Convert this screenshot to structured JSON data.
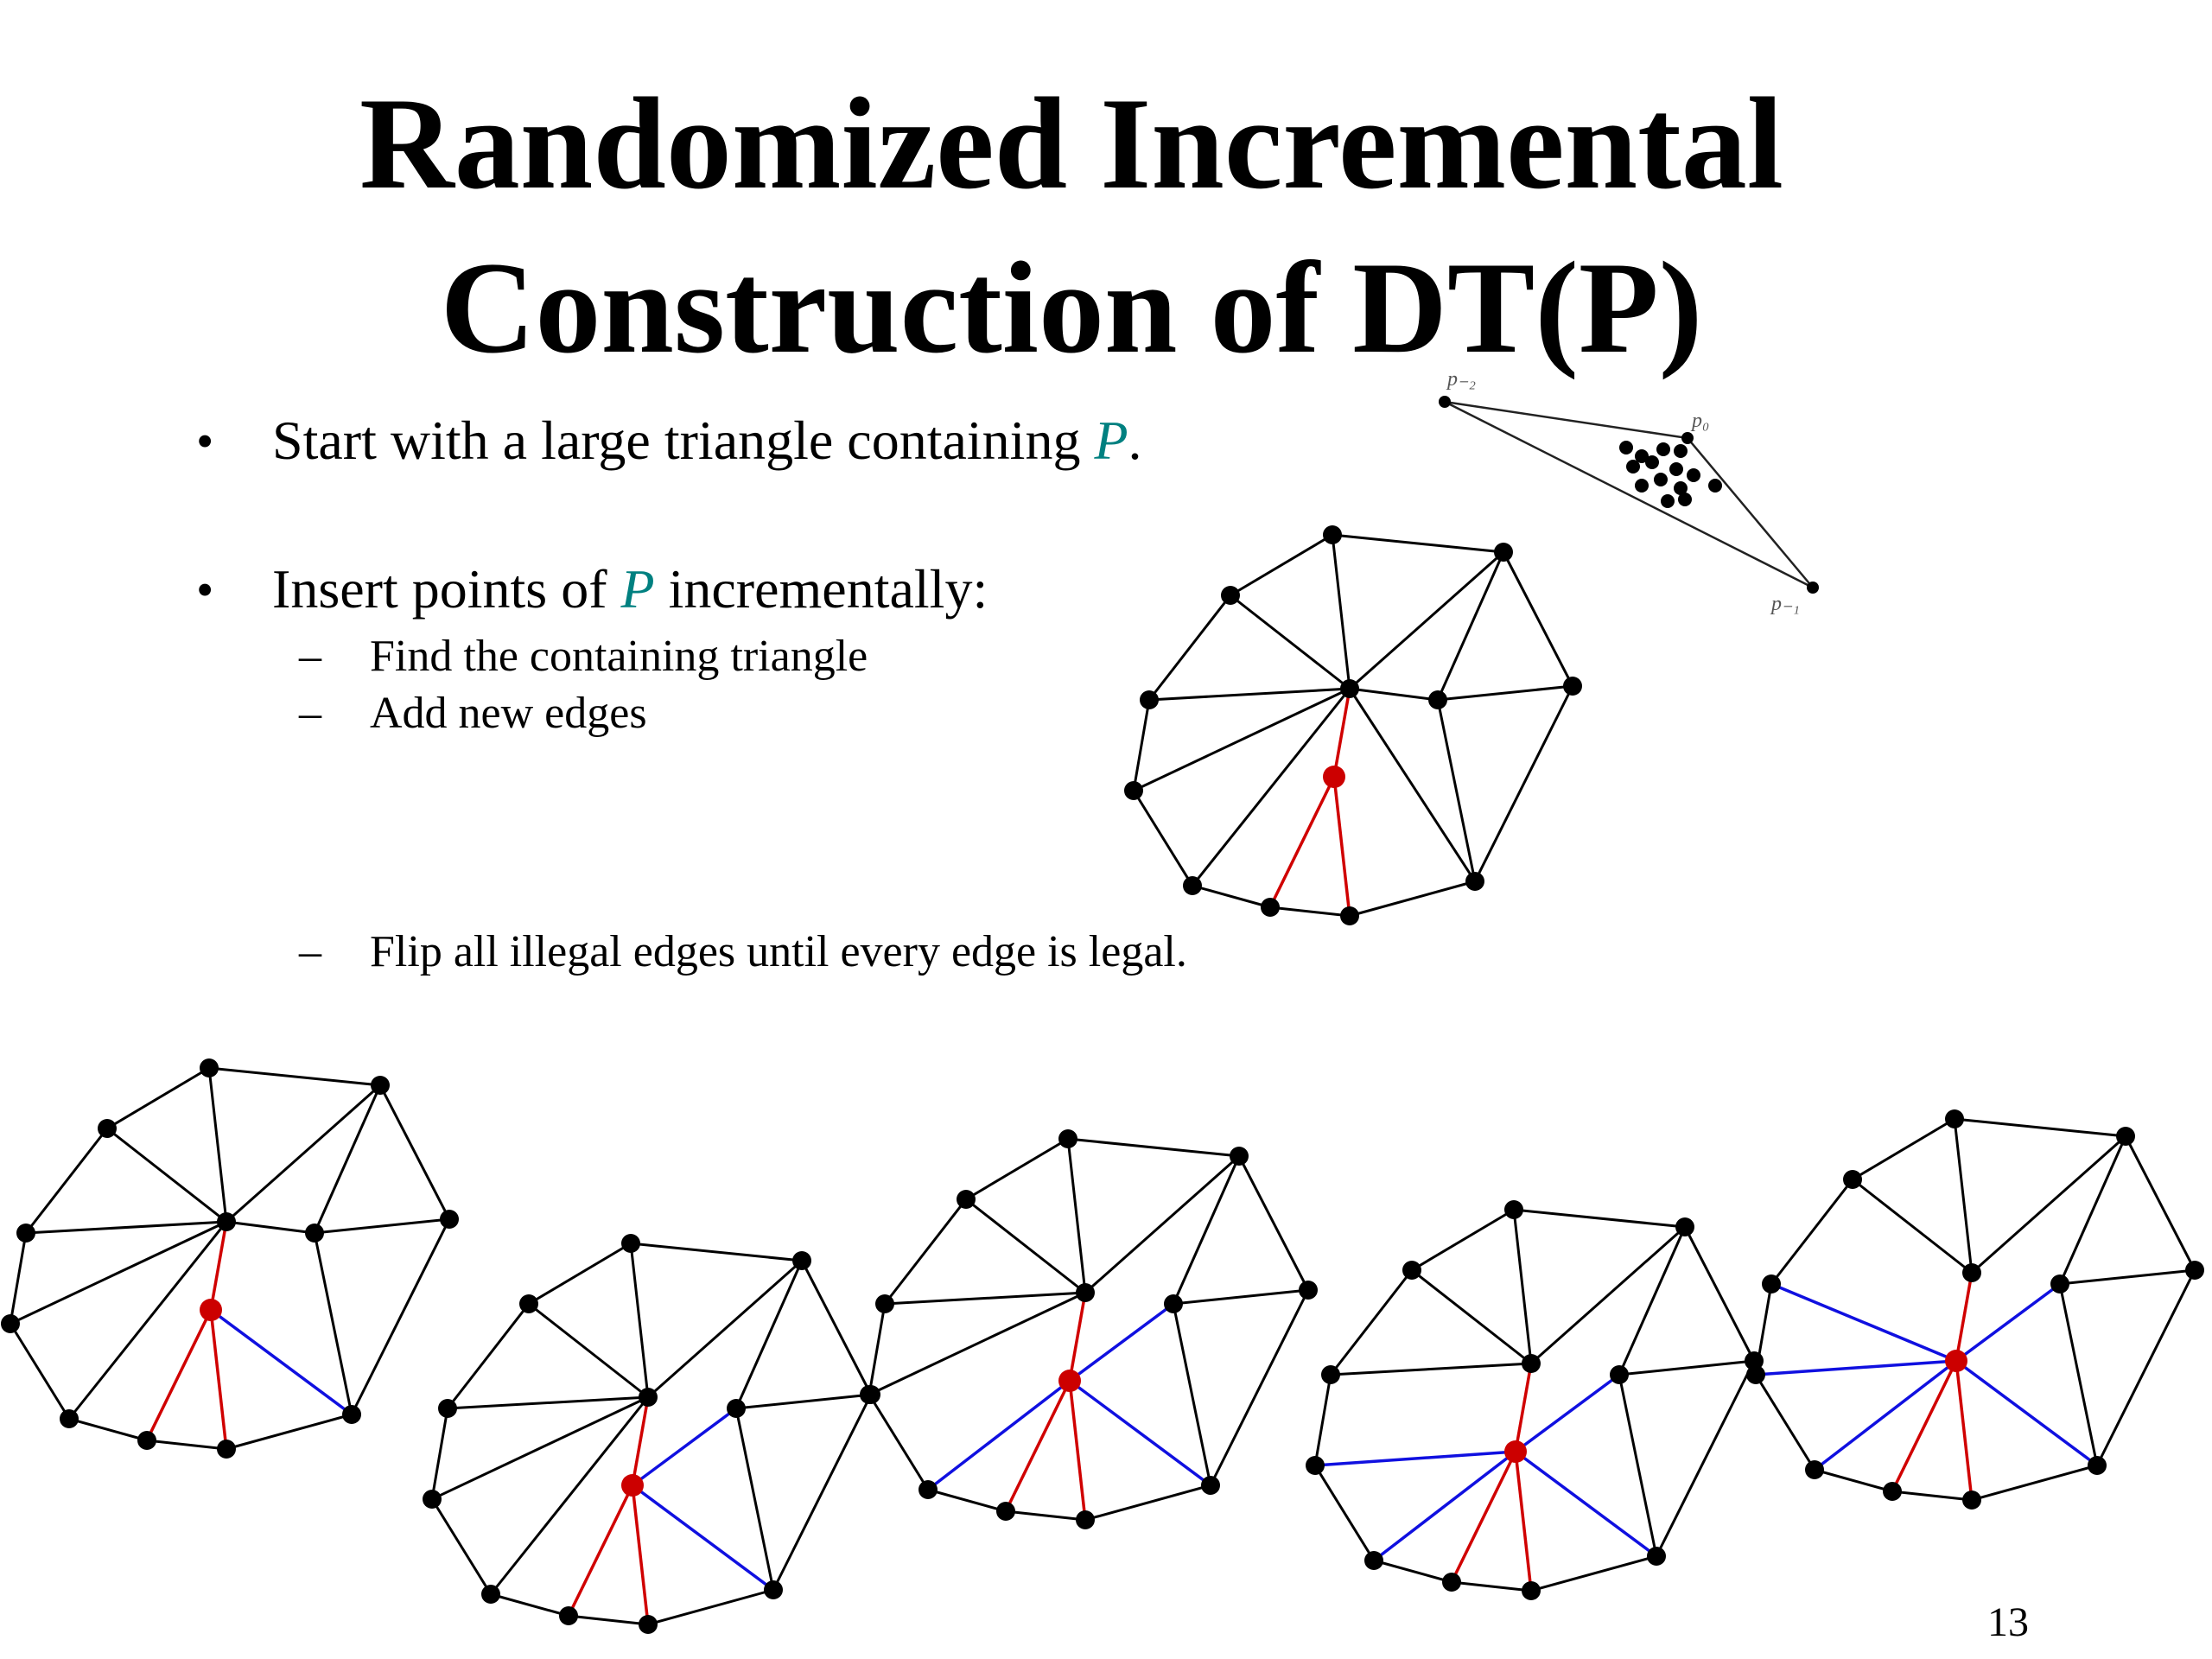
{
  "slide": {
    "title_line1": "Randomized Incremental",
    "title_line2": "Construction of DT(P)",
    "page_number": "13"
  },
  "bullets": [
    {
      "marker": "•",
      "pre": "Start with a large triangle containing ",
      "var": "P",
      "post": "."
    },
    {
      "marker": "•",
      "pre": "Insert points of ",
      "var": "P",
      "post": " incrementally:"
    }
  ],
  "subitems": [
    {
      "marker": "–",
      "text": "Find the containing triangle"
    },
    {
      "marker": "–",
      "text": "Add new edges"
    },
    {
      "marker": "–",
      "text": "Flip all illegal edges until every edge is legal."
    }
  ],
  "triangle_labels": {
    "top_left": "p₋₂",
    "top_right": "p₀",
    "bottom": "p₋₁"
  },
  "colors": {
    "variable_p": "#008080",
    "edge": "#000000",
    "new_edge": "#d00000",
    "flipped_edge": "#1010e0",
    "new_point": "#cc0000"
  }
}
